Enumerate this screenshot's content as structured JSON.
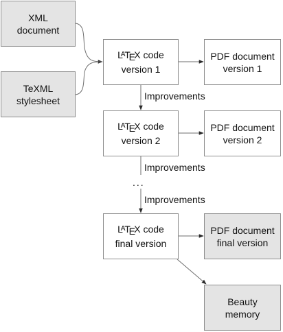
{
  "nodes": {
    "xml_document": {
      "lines": [
        "XML",
        "document"
      ]
    },
    "texml_stylesheet": {
      "lines": [
        "TeXML",
        "stylesheet"
      ]
    },
    "latex_v1": {
      "logo": {
        "l": "L",
        "a": "A",
        "t": "T",
        "e": "E",
        "x": "X"
      },
      "after_logo": " code",
      "line2": "version 1"
    },
    "pdf_v1": {
      "lines": [
        "PDF document",
        "version 1"
      ]
    },
    "latex_v2": {
      "logo": {
        "l": "L",
        "a": "A",
        "t": "T",
        "e": "E",
        "x": "X"
      },
      "after_logo": " code",
      "line2": "version 2"
    },
    "pdf_v2": {
      "lines": [
        "PDF document",
        "version 2"
      ]
    },
    "latex_final": {
      "logo": {
        "l": "L",
        "a": "A",
        "t": "T",
        "e": "E",
        "x": "X"
      },
      "after_logo": " code",
      "line2": "final version"
    },
    "pdf_final": {
      "lines": [
        "PDF document",
        "final version"
      ]
    },
    "beauty_memory": {
      "lines": [
        "Beauty",
        "memory"
      ]
    }
  },
  "edge_labels": {
    "improvements_1": "Improvements",
    "improvements_2": "Improvements",
    "ellipsis": "...",
    "improvements_3": "Improvements"
  },
  "colors": {
    "input_fill": "#e4e4e4",
    "result_fill": "#e4e4e4",
    "box_fill": "#ffffff",
    "border": "#8c8c8c",
    "wire": "#6e6e6e",
    "text": "#111111"
  }
}
